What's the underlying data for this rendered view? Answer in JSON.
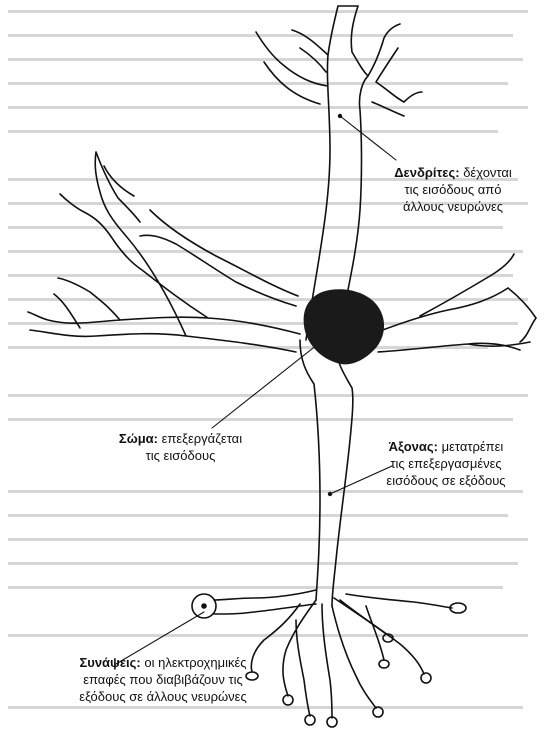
{
  "labels": {
    "dendrites": {
      "term": "Δενδρίτες",
      "sep": ":",
      "lines": [
        "δέχονται",
        "τις εισόδους από",
        "άλλους νευρώνες"
      ]
    },
    "soma": {
      "term": "Σώμα",
      "sep": ":",
      "lines": [
        "επεξεργάζεται",
        "τις εισόδους"
      ]
    },
    "axon": {
      "term": "Άξονας",
      "sep": ":",
      "lines": [
        "μετατρέπει",
        "τις επεξεργασμένες",
        "εισόδους σε εξόδους"
      ]
    },
    "synapses": {
      "term": "Συνάψεις",
      "sep": ":",
      "lines": [
        "οι ηλεκτροχημικές",
        "επαφές που διαβιβάζουν τις",
        "εξόδους σε άλλους νευρώνες"
      ]
    }
  },
  "colors": {
    "ink": "#111111",
    "nucleus": "#1a1a1a",
    "bleed_text": "#c9c9c9"
  }
}
